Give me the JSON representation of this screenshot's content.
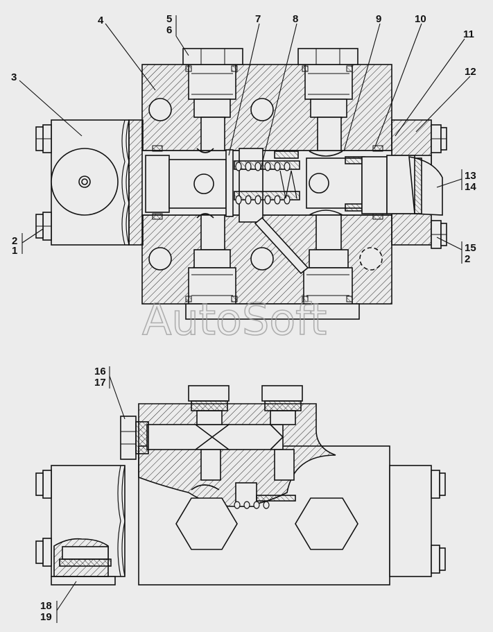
{
  "watermark": "AutoSoft",
  "callouts": {
    "c1": "1",
    "c2": "2",
    "c3": "3",
    "c4": "4",
    "c5": "5",
    "c6": "6",
    "c7": "7",
    "c8": "8",
    "c9": "9",
    "c10": "10",
    "c11": "11",
    "c12": "12",
    "c13": "13",
    "c14": "14",
    "c15": "15",
    "c2b": "2",
    "c16": "16",
    "c17": "17",
    "c18": "18",
    "c19": "19"
  },
  "colors": {
    "line": "#111111",
    "paper": "#ececec",
    "body": "#ececec",
    "watermark": "#9a9a9a"
  }
}
